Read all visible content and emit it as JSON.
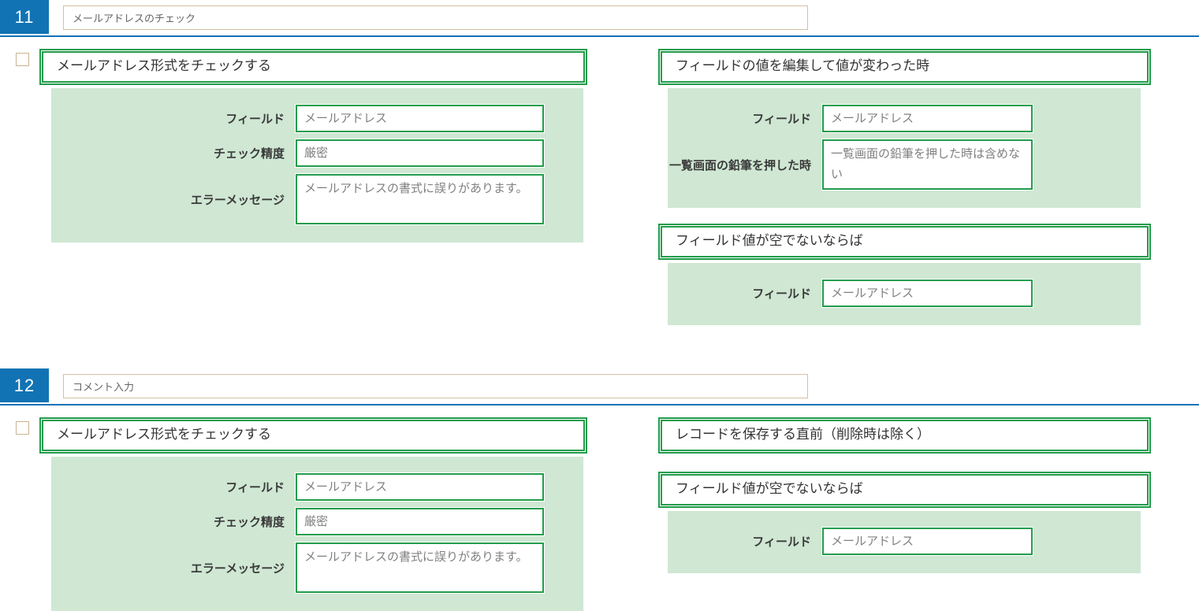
{
  "colors": {
    "badge_blue": "#1173b4",
    "divider_blue": "#1272b4",
    "green_border": "#219c4b",
    "green_background": "#cfe7d3",
    "title_input_border_tan": "#d5c0a3"
  },
  "sections": [
    {
      "number": "11",
      "title_input": {
        "value": "メールアドレスのチェック"
      },
      "checkbox_checked": false,
      "left_panel": {
        "header": "メールアドレス形式をチェックする",
        "fields": [
          {
            "label": "フィールド",
            "value": "メールアドレス"
          },
          {
            "label": "チェック精度",
            "value": "厳密"
          },
          {
            "label": "エラーメッセージ",
            "value": "メールアドレスの書式に誤りがあります。"
          }
        ]
      },
      "right_panels": [
        {
          "header": "フィールドの値を編集して値が変わった時",
          "fields": [
            {
              "label": "フィールド",
              "value": "メールアドレス"
            },
            {
              "label": "一覧画面の鉛筆を押した時",
              "value": "一覧画面の鉛筆を押した時は含めない"
            }
          ]
        },
        {
          "header": "フィールド値が空でないならば",
          "fields": [
            {
              "label": "フィールド",
              "value": "メールアドレス"
            }
          ]
        }
      ]
    },
    {
      "number": "12",
      "title_input": {
        "value": "コメント入力"
      },
      "checkbox_checked": false,
      "left_panel": {
        "header": "メールアドレス形式をチェックする",
        "fields": [
          {
            "label": "フィールド",
            "value": "メールアドレス"
          },
          {
            "label": "チェック精度",
            "value": "厳密"
          },
          {
            "label": "エラーメッセージ",
            "value": "メールアドレスの書式に誤りがあります。"
          }
        ]
      },
      "right_panels": [
        {
          "header": "レコードを保存する直前（削除時は除く）",
          "fields": []
        },
        {
          "header": "フィールド値が空でないならば",
          "fields": [
            {
              "label": "フィールド",
              "value": "メールアドレス"
            }
          ]
        }
      ]
    }
  ]
}
